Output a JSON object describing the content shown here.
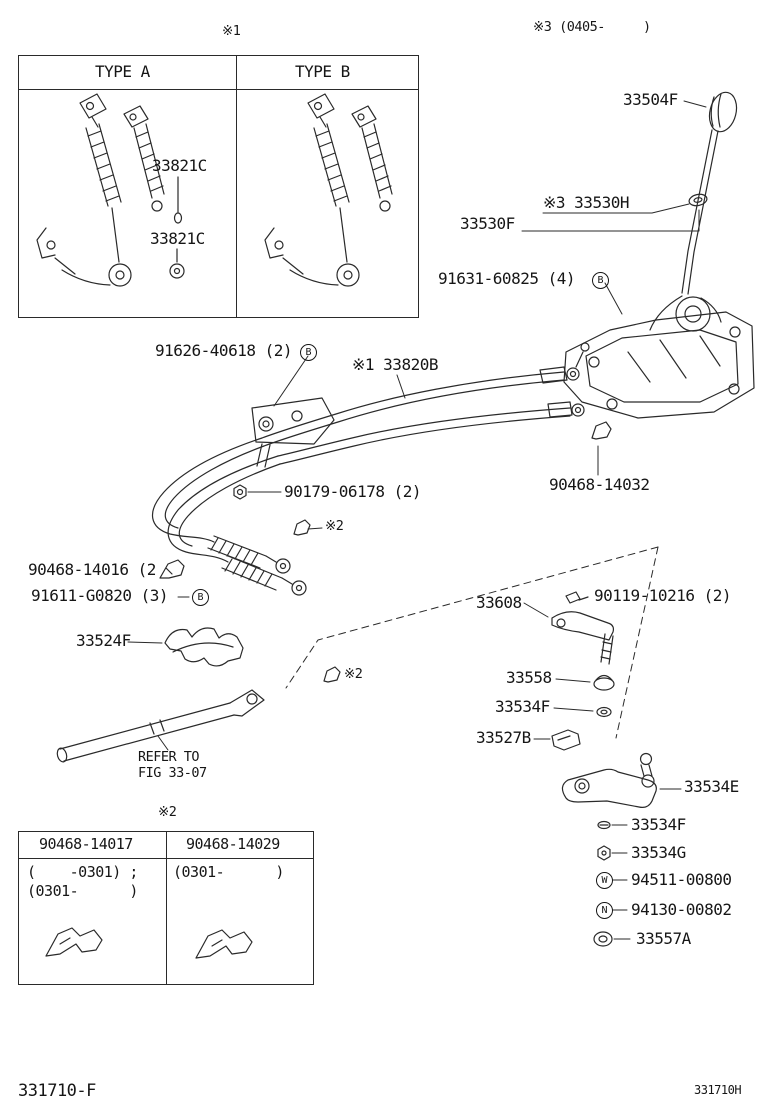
{
  "page": {
    "doc_number_left": "331710-F",
    "doc_number_right": "331710H"
  },
  "header_note": "※3 (0405-     )",
  "type_box": {
    "marker": "※1",
    "col_a": "TYPE A",
    "col_b": "TYPE B",
    "label_1": "33821C",
    "label_2": "33821C"
  },
  "labels": {
    "knob": "33504F",
    "ring": "※3 33530H",
    "lever_assy": "33530F",
    "bolt_4": "91631-60825 (4)",
    "bolt_2": "91626-40618 (2)",
    "cable_assy": "※1 33820B",
    "nut_2": "90179-06178 (2)",
    "clip_14032": "90468-14032",
    "clip_14016": "90468-14016 (2",
    "bolt_3": "91611-G0820 (3)",
    "bracket": "33524F",
    "lever": "33608",
    "bolt_90119": "90119-10216 (2)",
    "cushion": "33558",
    "washer_upper": "33534F",
    "clamp": "33527B",
    "bellcrank": "33534E",
    "washer_lower": "33534F",
    "nut_g": "33534G",
    "washer_w": "94511-00800",
    "nut_n": "94130-00802",
    "bush": "33557A"
  },
  "notes": {
    "cable_clip": "※2",
    "shaft_clip": "※2",
    "table_marker": "※2"
  },
  "refer": {
    "line1": "REFER TO",
    "line2": "FIG 33-07"
  },
  "badges": {
    "b": "B",
    "w": "W",
    "n": "N"
  },
  "clip_table": {
    "header_left": "90468-14017",
    "header_right": "90468-14029",
    "left_line1": "(    -0301) ;",
    "left_line2": "(0301-      )",
    "right_line1": "(0301-      )"
  }
}
